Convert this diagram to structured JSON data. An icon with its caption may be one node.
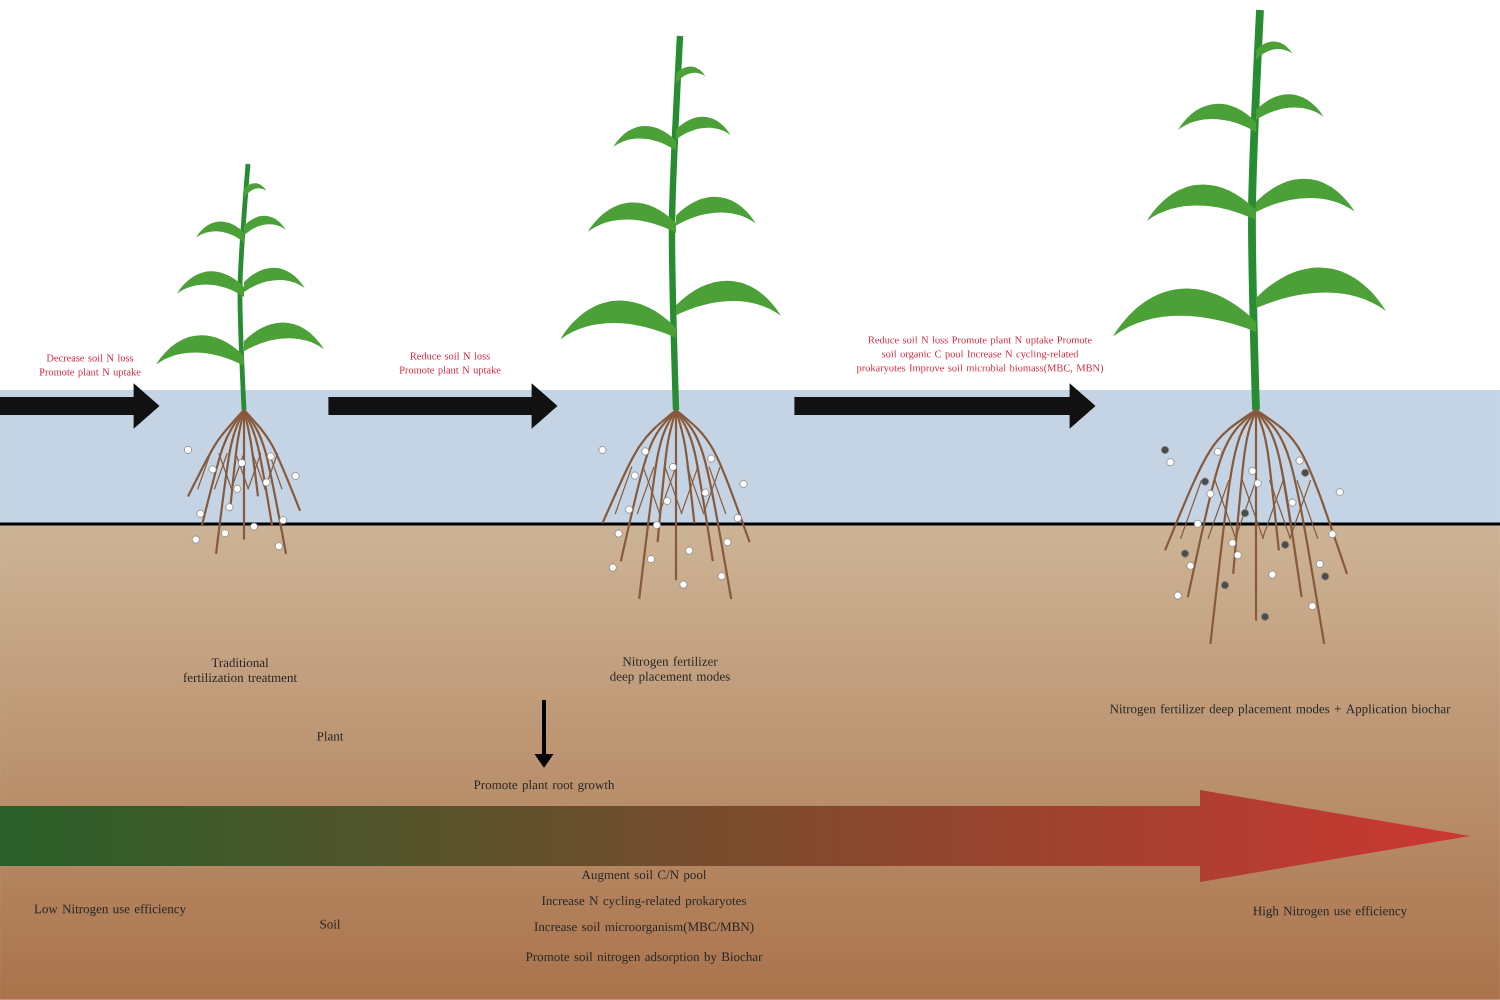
{
  "diagram": {
    "nodes": [
      {
        "text": [],
        "shape": "picture"
      },
      {
        "text": [],
        "shape": "picture"
      },
      {
        "text": [],
        "shape": "picture"
      }
    ],
    "edges": [
      {
        "from": null,
        "to": 0,
        "arrow": "to",
        "label": "Decrease soil N loss Promote plant N uptake"
      },
      {
        "from": 0,
        "to": 1,
        "arrow": "to",
        "label": "Reduce soil N loss Promote plant N uptake"
      },
      {
        "from": 1,
        "to": 2,
        "arrow": "to",
        "label": "Reduce soil N loss Promote plant N uptake Promote soil organic C pool Increase N cycling-related prokaryotes Improve soil microbial biomass(MBC, MBN)"
      }
    ],
    "labels": [
      "Plant",
      "Promote plant root growth",
      "Soil",
      "Augment soil C/N pool",
      "Increase N cycling-related prokaryotes",
      "Increase soil microorganism(MBC/MBN)",
      "Promote soil nitrogen adsorption by Biochar",
      "Low Nitrogen use efficiency",
      "High Nitrogen use efficiency",
      "Traditional fertilization treatment",
      "Nitrogen fertilizer deep placement modes",
      "Nitrogen fertilizer deep placement modes + Application biochar"
    ]
  }
}
